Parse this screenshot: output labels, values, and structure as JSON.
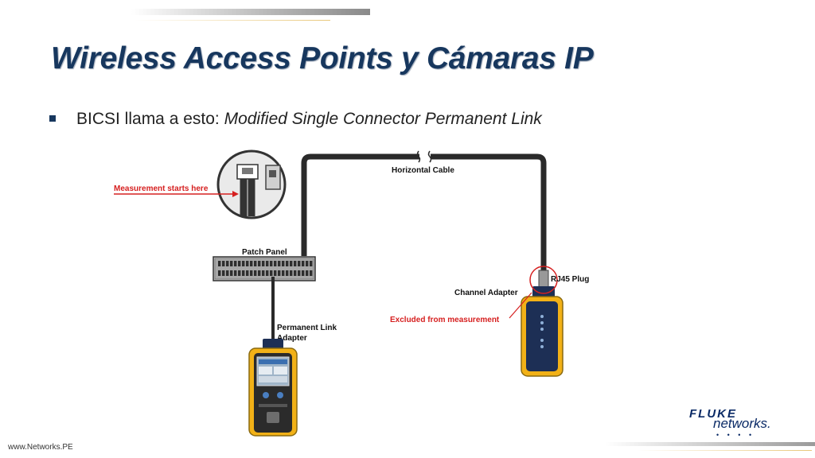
{
  "slide": {
    "title": "Wireless Access Points y Cámaras IP",
    "bullet": {
      "prefix": "BICSI llama a esto: ",
      "emphasis": "Modified Single Connector Permanent Link"
    },
    "footer": "www.Networks.PE",
    "logo": {
      "top": "FLUKE",
      "bottom": "networks."
    }
  },
  "diagram": {
    "labels": {
      "horizontal_cable": "Horizontal Cable",
      "measurement_starts": "Measurement starts here",
      "patch_panel": "Patch Panel",
      "permanent_link_1": "Permanent Link",
      "permanent_link_2": "Adapter",
      "rj45": "RJ45 Plug",
      "channel_adapter": "Channel Adapter",
      "excluded": "Excluded from measurement"
    },
    "colors": {
      "cable": "#2a2a2a",
      "callout_red": "#d62020",
      "tester_yellow": "#f2b117",
      "tester_navy": "#1d2f55",
      "title_navy": "#17375e"
    }
  }
}
